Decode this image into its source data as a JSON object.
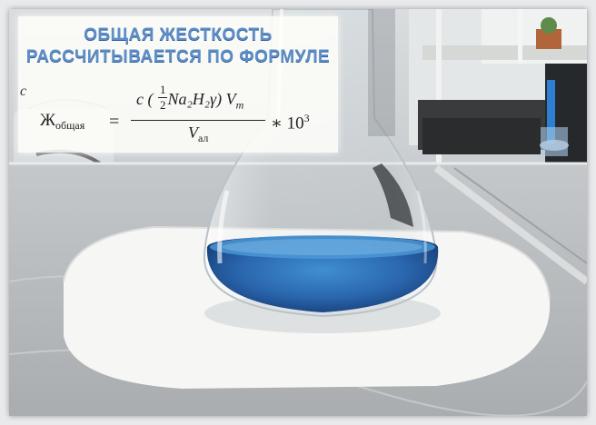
{
  "overlay": {
    "title_line1": "ОБЩАЯ ЖЕСТКОСТЬ",
    "title_line2": "РАССЧИТЫВАЕТСЯ ПО ФОРМУЛЕ",
    "formula": {
      "lhs_symbol": "Ж",
      "lhs_subscript": "общая",
      "equals": "=",
      "numerator_prefix": "c (",
      "half_numerator": "1",
      "half_denominator": "2",
      "numerator_rest": "Na₂H₂γ) V",
      "numerator_sub": "m",
      "denominator": "V",
      "denominator_sub": "ал",
      "multiplier": "∗ 10",
      "exponent": "3"
    }
  },
  "partial_letter": "c"
}
